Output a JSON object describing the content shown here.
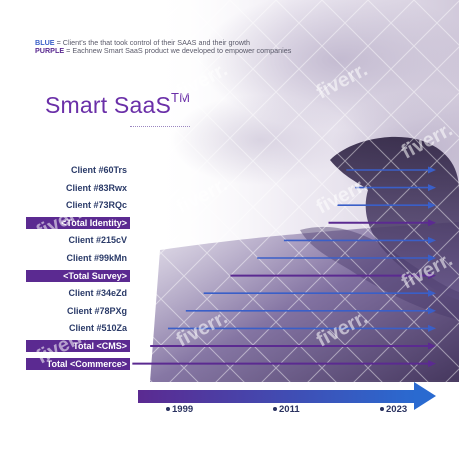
{
  "legend": {
    "blue_key": "BLUE",
    "blue_text": " = Client’s the that took control of their SAAS and their growth",
    "purple_key": "PURPLE",
    "purple_text": " = Eachnew Smart SaaS product we developed to empower companies"
  },
  "title": {
    "main": "Smart SaaS",
    "sup": "TM"
  },
  "colors": {
    "blue": "#3a5fc8",
    "purple": "#5b2a91",
    "dark_navy": "#2a3260"
  },
  "rows": [
    {
      "label": "Client #60Trs",
      "kind": "blue",
      "start": 2019
    },
    {
      "label": "Client #83Rwx",
      "kind": "blue",
      "start": 2020
    },
    {
      "label": "Client #73RQc",
      "kind": "blue",
      "start": 2018
    },
    {
      "label": "<Total Identity>",
      "kind": "purple",
      "start": 2017
    },
    {
      "label": "Client #215cV",
      "kind": "blue",
      "start": 2012
    },
    {
      "label": "Client #99kMn",
      "kind": "blue",
      "start": 2009
    },
    {
      "label": "<Total Survey>",
      "kind": "purple",
      "start": 2006
    },
    {
      "label": "Client #34eZd",
      "kind": "blue",
      "start": 2003
    },
    {
      "label": "Client #78PXg",
      "kind": "blue",
      "start": 2001
    },
    {
      "label": "Client #510Za",
      "kind": "blue",
      "start": 1999
    },
    {
      "label": "Total <CMS>",
      "kind": "purple",
      "start": 1997
    },
    {
      "label": "Total <Commerce>",
      "kind": "purple",
      "start": 1995
    }
  ],
  "timeline": {
    "years": [
      {
        "label": "1999",
        "year": 1999
      },
      {
        "label": "2011",
        "year": 2011
      },
      {
        "label": "2023",
        "year": 2023
      }
    ]
  },
  "watermark": "fiverr."
}
